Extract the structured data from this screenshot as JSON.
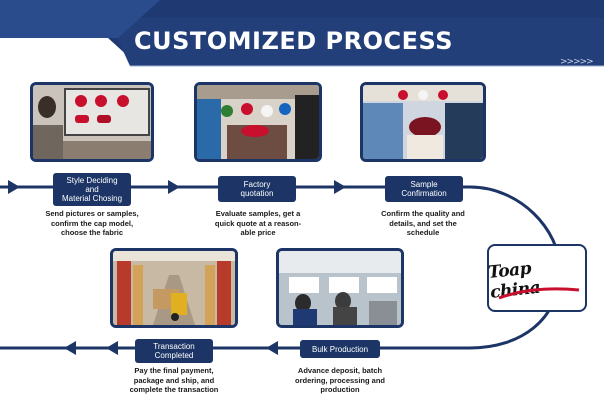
{
  "header": {
    "title": "CUSTOMIZED PROCESS",
    "chevrons": ">>>>>"
  },
  "colors": {
    "navy": "#1c3566",
    "banner_light": "#2b4c8c",
    "accent_red": "#c8102e"
  },
  "logo": {
    "text": "Toap china"
  },
  "steps": [
    {
      "label_lines": [
        "Style Deciding",
        "and",
        "Material Chosing"
      ],
      "desc_lines": [
        "Send pictures or samples,",
        "confirm the cap model,",
        "choose the fabric"
      ]
    },
    {
      "label_lines": [
        "Factory",
        "quotation"
      ],
      "desc_lines": [
        "Evaluate samples, get a",
        "quick quote at a reason-",
        "able price"
      ]
    },
    {
      "label_lines": [
        "Sample",
        "Confirmation"
      ],
      "desc_lines": [
        "Confirm the quality and",
        "details, and set the",
        "schedule"
      ]
    },
    {
      "label_lines": [
        "Bulk Production"
      ],
      "desc_lines": [
        "Advance deposit, batch",
        "ordering, processing and",
        "production"
      ]
    },
    {
      "label_lines": [
        "Transaction",
        "Completed"
      ],
      "desc_lines": [
        "Pay the final payment,",
        "package and ship, and",
        "complete the transaction"
      ]
    }
  ]
}
